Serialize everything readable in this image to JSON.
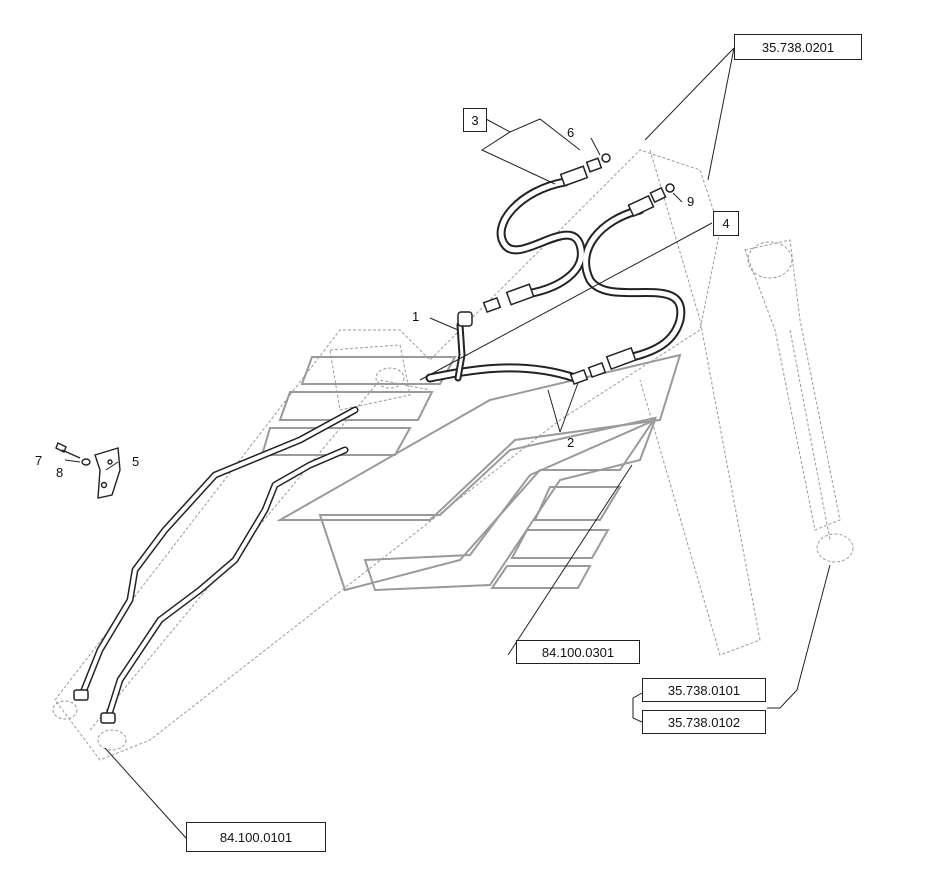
{
  "references": {
    "top_right": "35.738.0201",
    "middle": "84.100.0301",
    "right_a": "35.738.0101",
    "right_b": "35.738.0102",
    "bottom_left": "84.100.0101"
  },
  "boxed_callouts": {
    "three": "3",
    "four": "4"
  },
  "callouts": {
    "one": "1",
    "two": "2",
    "five": "5",
    "six": "6",
    "seven": "7",
    "eight": "8",
    "nine": "9"
  },
  "colors": {
    "line": "#222222",
    "ghost": "#9a9a9a",
    "background": "#ffffff"
  }
}
